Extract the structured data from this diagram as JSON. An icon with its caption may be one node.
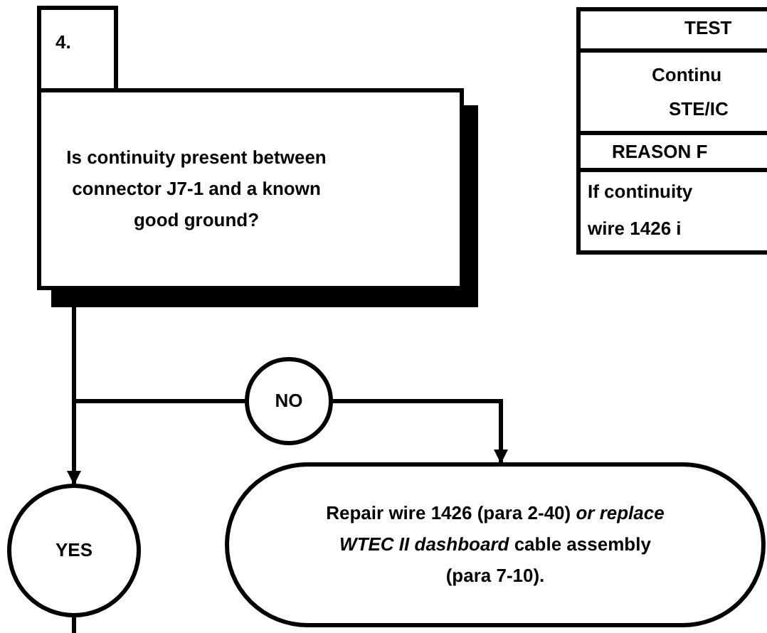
{
  "diagram": {
    "nodes": [
      {
        "text": [
          "4."
        ]
      },
      {
        "text": [
          "Is continuity present between connector J7-1 and a known good ground?"
        ]
      },
      {
        "text": [
          "NO"
        ]
      },
      {
        "text": [
          "YES"
        ]
      },
      {
        "text": [
          "Repair wire 1426 (para 2-40) *or replace WTEC II dashboard* cable assembly (para 7-10)."
        ]
      }
    ],
    "edges": [
      {
        "from": 1,
        "to": 3,
        "arrow": "to"
      },
      {
        "from": 1,
        "to": 2,
        "arrow": "none"
      },
      {
        "from": 2,
        "to": 4,
        "arrow": "to"
      },
      {
        "from": 3,
        "to": null,
        "arrow": "none"
      }
    ],
    "labels": [
      "TEST",
      "Continu",
      "STE/IC",
      "REASON F",
      "If continuity",
      "wire 1426 i"
    ]
  }
}
